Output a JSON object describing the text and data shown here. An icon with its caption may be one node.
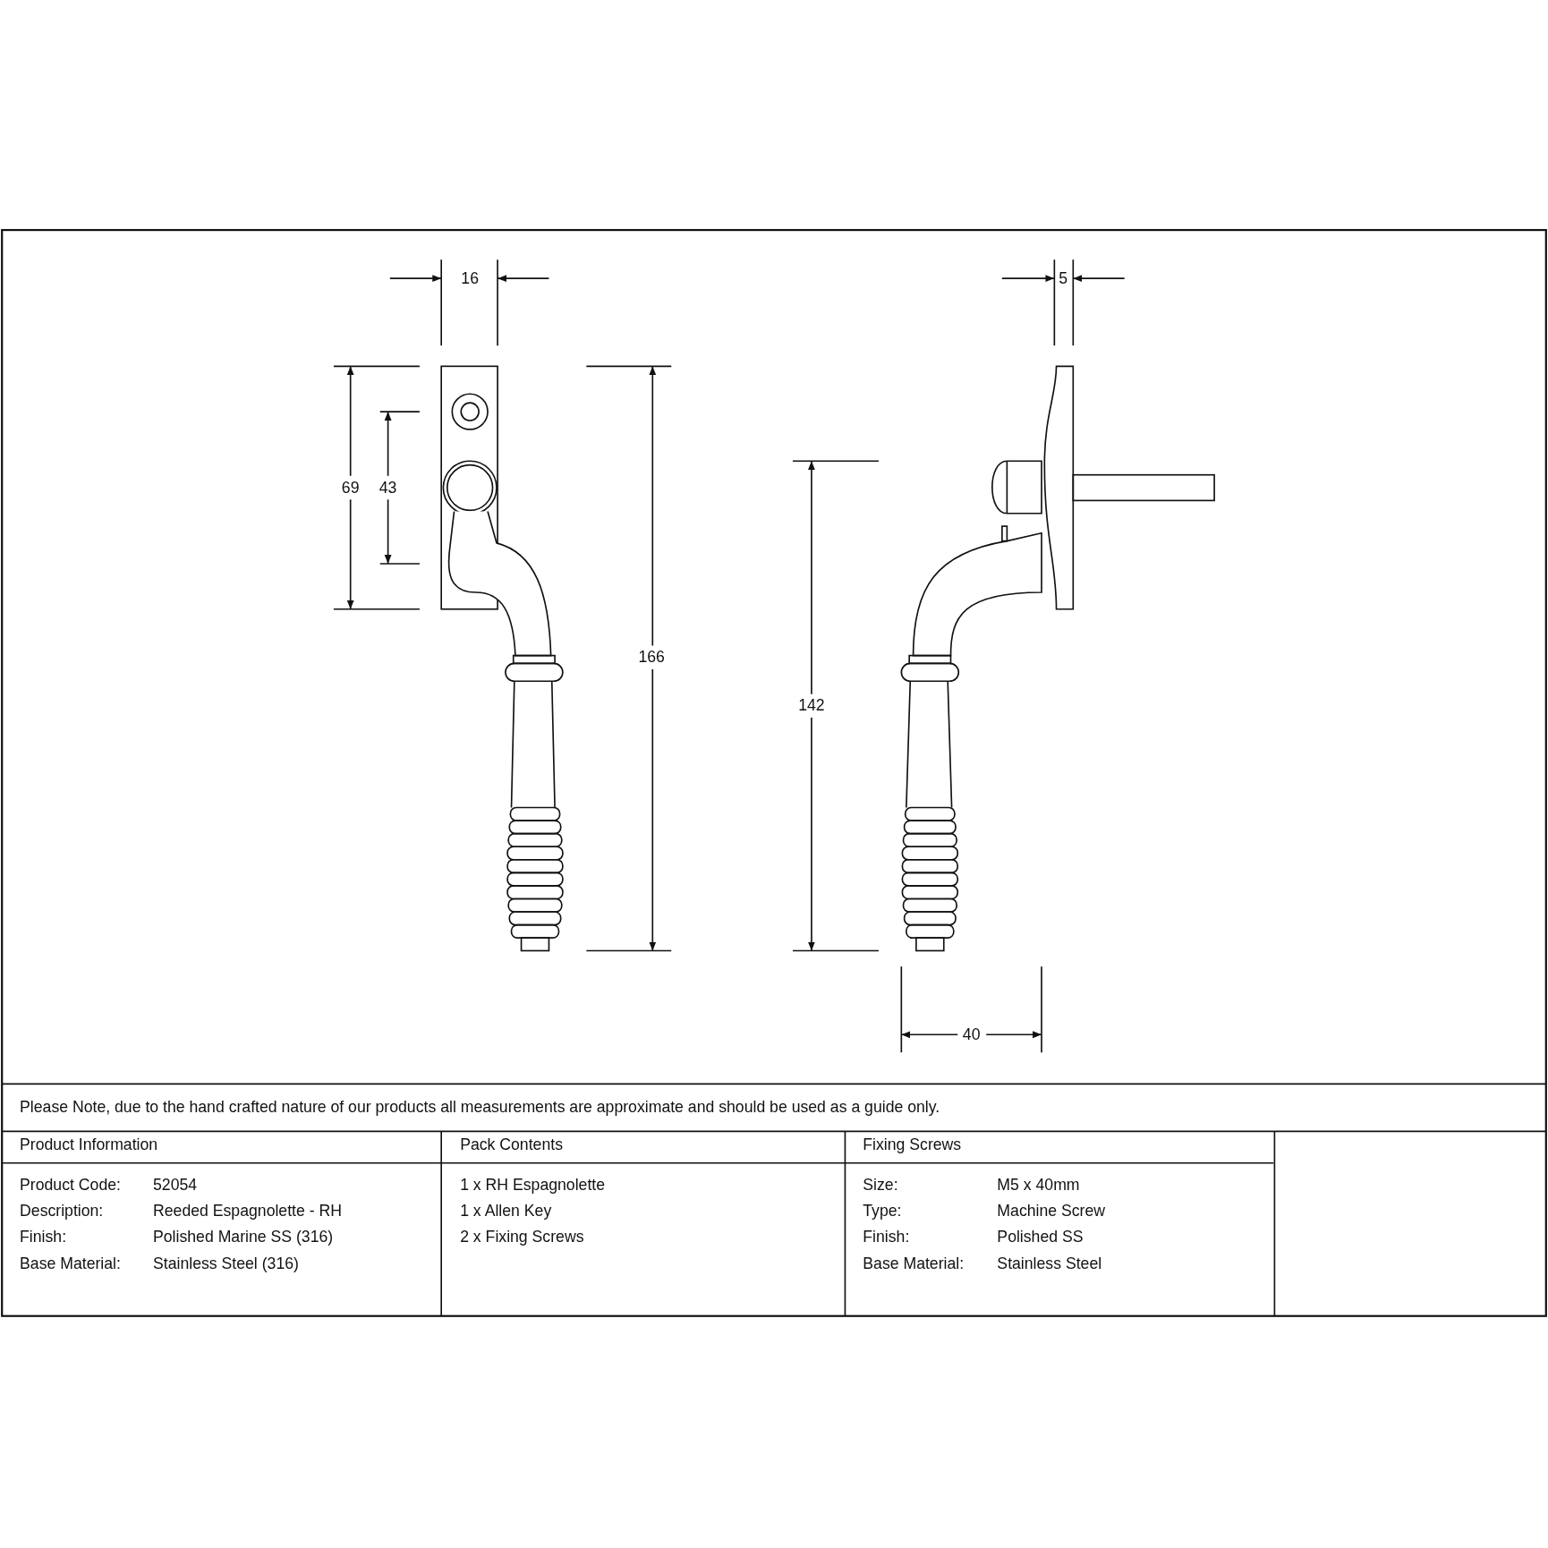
{
  "diagram": {
    "labels": [
      "16",
      "5",
      "69",
      "43",
      "166",
      "142",
      "40",
      "Please Note, due to the hand crafted nature of our products all measurements are approximate and should be used as a guide only.",
      "Product Information",
      "Pack Contents",
      "Fixing Screws",
      "Product Code:",
      "52054",
      "1 x RH Espagnolette",
      "Size:",
      "M5 x 40mm",
      "Description:",
      "Reeded Espagnolette - RH",
      "1 x Allen Key",
      "Type:",
      "Machine Screw",
      "Finish:",
      "Polished Marine SS (316)",
      "2 x Fixing Screws",
      "Finish:",
      "Polished SS",
      "Base Material:",
      "Stainless Steel (316)",
      "Base Material:",
      "Stainless Steel"
    ]
  }
}
